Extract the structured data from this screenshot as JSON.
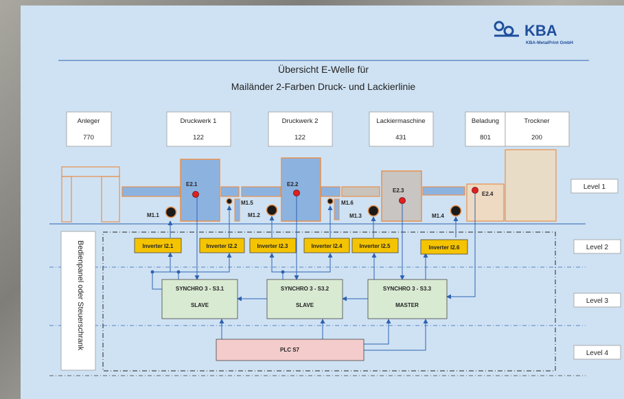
{
  "logo": {
    "brand": "KBA",
    "subtitle": "KBA-MetalPrint GmbH"
  },
  "title": {
    "line1": "Übersicht E-Welle für",
    "line2": "Mailänder 2-Farben Druck- und Lackierlinie"
  },
  "stations": [
    {
      "name": "Anleger",
      "value": "770"
    },
    {
      "name": "Druckwerk 1",
      "value": "122"
    },
    {
      "name": "Druckwerk 2",
      "value": "122"
    },
    {
      "name": "Lackiermaschine",
      "value": "431"
    },
    {
      "name": "Beladung",
      "value": "801"
    },
    {
      "name": "Trockner",
      "value": "200"
    }
  ],
  "levels": [
    "Level 1",
    "Level 2",
    "Level 3",
    "Level 4"
  ],
  "encoders": [
    "E2.1",
    "E2.2",
    "E2.3",
    "E2.4"
  ],
  "motors": [
    "M1.1",
    "M1.2",
    "M1.3",
    "M1.4",
    "M1.5",
    "M1.6"
  ],
  "inverters": [
    "Inverter I2.1",
    "Inverter I2.2",
    "Inverter I2.3",
    "Inverter I2.4",
    "Inverter I2.5",
    "Inverter I2.6"
  ],
  "synchros": [
    {
      "title": "SYNCHRO 3  - S3.1",
      "role": "SLAVE"
    },
    {
      "title": "SYNCHRO 3  - S3.2",
      "role": "SLAVE"
    },
    {
      "title": "SYNCHRO 3  - S3.3",
      "role": "MASTER"
    }
  ],
  "plc": "PLC S7",
  "panel": "Bedienpanel oder Steuerschrank",
  "colors": {
    "slide": "#cfe2f3",
    "blue_unit": "#8cb3e0",
    "orange_line": "#e8904a",
    "inverter": "#f5c400",
    "synchro": "#d9ead3",
    "plc": "#f4cccc",
    "connector": "#2e62b0"
  }
}
